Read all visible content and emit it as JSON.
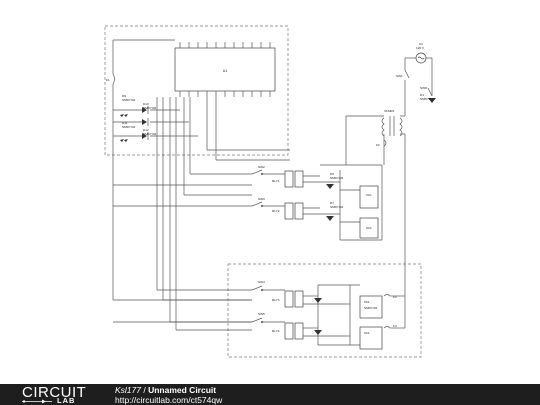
{
  "labels": {
    "u1": "U1",
    "v1_name": "V1",
    "v1_value": "120 V",
    "sw1": "SW1",
    "sw8": "SW8",
    "xfmr": "XFMR1",
    "f1": "F1",
    "f2": "F2",
    "f3": "F3",
    "f4": "F4",
    "d1": "D1",
    "d1_part": "SMDY/02",
    "d5": "D5",
    "d7": "D7",
    "d9": "D9",
    "d10": "D10",
    "d11": "D11",
    "d12": "D12",
    "led_part": "SMDY/02",
    "sw2": "SW2",
    "sw3": "SW3",
    "sw4": "SW4",
    "sw5": "SW5",
    "rly1": "RLY1",
    "rly2": "RLY2",
    "rly3": "RLY3",
    "rly4": "RLY4",
    "mod_line1": "Kb1",
    "mod_line2": "SMDY/02"
  },
  "footer": {
    "logo_top": "CIRCUIT",
    "logo_bottom": "LAB",
    "user": "Ksl177",
    "separator": " / ",
    "circuit_name": "Unnamed Circuit",
    "url": "http://circuitlab.com/ct574qw"
  },
  "colors": {
    "wire": "#555555",
    "footer_bg": "#1e1e1e",
    "footer_text": "#ffffff"
  }
}
